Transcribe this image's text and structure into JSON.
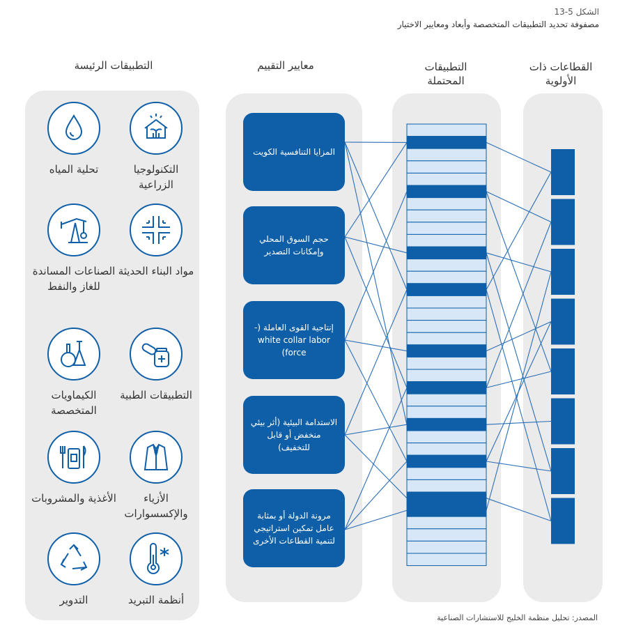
{
  "figure": {
    "number": "الشكل 5-13",
    "title": "مصفوفة تحديد التطبيقات المتخصصة وأبعاد ومعايير الاختيار"
  },
  "columns": {
    "main_apps": "التطبيقات الرئيسة",
    "criteria": "معايير التقييم",
    "potential_apps": "التطبيقات المحتملة",
    "priority_sectors": "القطاعات ذات الأولوية"
  },
  "criteria": [
    "المزايا التنافسية الكويت",
    "حجم السوق المحلي وإمكانات التصدير",
    "إنتاجية القوى العاملة (-white collar labor force)",
    "الاستدامة البيئية (أثر بيئي منخفض أو قابل للتخفيف)",
    "مرونة الدولة أو بمثابة عامل تمكين استراتيجي لتنمية القطاعات الأخرى"
  ],
  "main_apps": [
    {
      "label": "التكنولوجيا الزراعية",
      "icon": "greenhouse-icon"
    },
    {
      "label": "تحلية المياه",
      "icon": "water-drop-icon"
    },
    {
      "label": "مواد البناء الحديثة",
      "icon": "building-grid-icon"
    },
    {
      "label": "الصناعات المساندة للغاز والنفط",
      "icon": "oil-pump-icon"
    },
    {
      "label": "التطبيقات الطبية",
      "icon": "pills-icon"
    },
    {
      "label": "الكيماويات المتخصصة",
      "icon": "flask-icon"
    },
    {
      "label": "الأزياء والإكسسوارات",
      "icon": "suit-icon"
    },
    {
      "label": "الأغذية والمشروبات",
      "icon": "food-drink-icon"
    },
    {
      "label": "أنظمة التبريد",
      "icon": "thermometer-snow-icon"
    },
    {
      "label": "التدوير",
      "icon": "recycle-icon"
    }
  ],
  "source": "المصدر: تحليل منظمة الخليج للاستشارات الصناعية",
  "colors": {
    "primary": "#0e5fa8",
    "light": "#d7e7f7",
    "panel": "#ebebeb"
  }
}
